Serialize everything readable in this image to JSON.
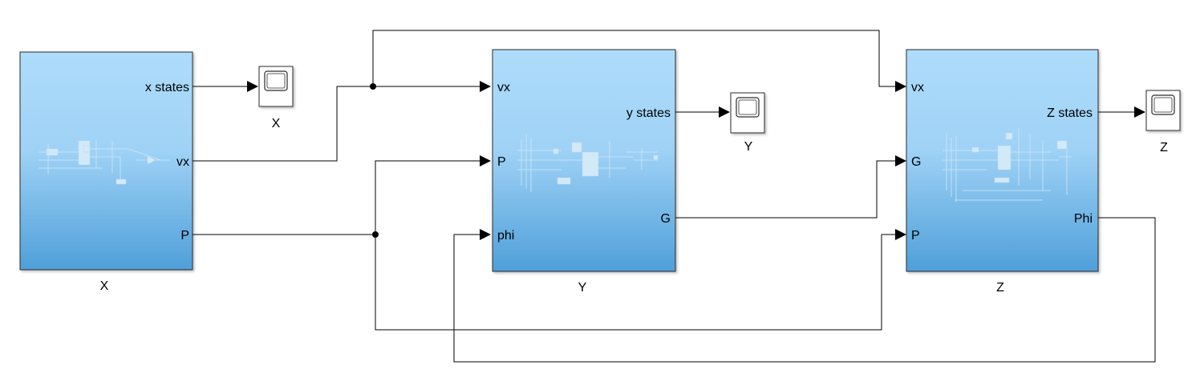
{
  "colors": {
    "block_top": "#aedcfb",
    "block_bottom": "#4f9fd9",
    "block_border": "#2b2b2b",
    "wire": "#000000",
    "scope_fill": "#ffffff"
  },
  "blocks": {
    "x": {
      "title": "X",
      "outputs": {
        "states": "x states",
        "vx": "vx",
        "p": "P"
      }
    },
    "y": {
      "title": "Y",
      "inputs": {
        "vx": "vx",
        "p": "P",
        "phi": "phi"
      },
      "outputs": {
        "states": "y states",
        "g": "G"
      }
    },
    "z": {
      "title": "Z",
      "inputs": {
        "vx": "vx",
        "g": "G",
        "p": "P"
      },
      "outputs": {
        "states": "Z states",
        "phi": "Phi"
      }
    }
  },
  "scopes": {
    "x": {
      "label": "X",
      "icon": "scope-icon"
    },
    "y": {
      "label": "Y",
      "icon": "scope-icon"
    },
    "z": {
      "label": "Z",
      "icon": "scope-icon"
    }
  }
}
